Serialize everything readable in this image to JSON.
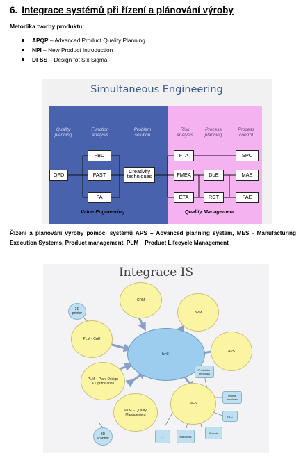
{
  "heading": {
    "number": "6.",
    "title": "Integrace systémů při řízení a plánování výroby"
  },
  "subheading": "Metodika tvorby produktu:",
  "bullets": [
    {
      "abbr": "APQP",
      "text": " – Advanced Product Quality Planning"
    },
    {
      "abbr": "NPI",
      "text": " – New Product Introduction"
    },
    {
      "abbr": "DFSS",
      "text": " – Design fot Six Sigma"
    }
  ],
  "figure1": {
    "title": "Simultaneous Engineering",
    "columns": [
      [
        "Quality",
        "planning"
      ],
      [
        "Function",
        "analysis"
      ],
      [
        "Problem",
        "solution"
      ],
      [
        "Risk",
        "analysis"
      ],
      [
        "Process",
        "planning"
      ],
      [
        "Process",
        "control"
      ]
    ],
    "boxes": {
      "qfd": "QFD",
      "fbd": "FBD",
      "fast": "FAST",
      "fa": "FA",
      "creativity": [
        "Creativity",
        "techniques"
      ],
      "fta": "FTA",
      "fmea": "FMEA",
      "eta": "ETA",
      "doe": "DoE",
      "rct": "RCT",
      "spc": "SPC",
      "mae": "MAE",
      "pae": "PAE"
    },
    "value_engineering": "Value Engineering",
    "quality_management": "Quality Management",
    "colors": {
      "blue": "#4962ad",
      "pink": "#f4b3f0"
    }
  },
  "paragraph": "Řízení a plánování výroby pomocí systémů APS – Advanced planning system, MES - Manufacturing Execution Systems, Product management, PLM – Product Lifecycle Management",
  "figure2": {
    "title": "Integrace IS",
    "nodes": {
      "erp": "ERP",
      "crm": "CRM",
      "bpm": "BPM",
      "aps": "APS",
      "mes": "MES",
      "plm_cae": "PLM - CAE",
      "plm_design": [
        "PLM – Plant Design",
        "& Optimization"
      ],
      "plm_quality": [
        "PLM – Quality",
        "Management"
      ],
      "printer": [
        "3D",
        "printer"
      ],
      "scanner": [
        "3D",
        "scanner"
      ],
      "production_terminals": [
        "Production",
        "terminals"
      ],
      "mobile_terminals": [
        "Mobile",
        "terminals"
      ],
      "plc": "PLC",
      "robots": "Robots",
      "machines": "Machines",
      "dots": "..."
    }
  }
}
